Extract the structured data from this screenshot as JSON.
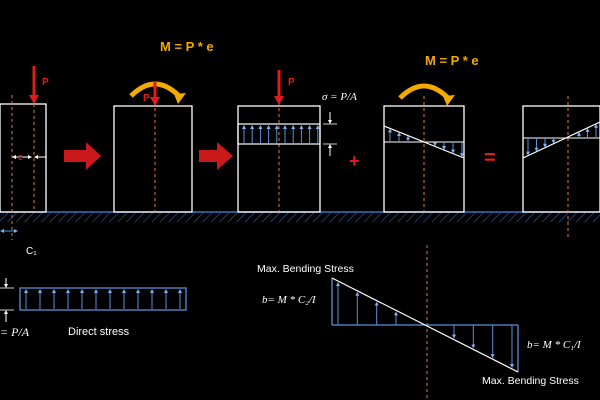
{
  "labels": {
    "load_p1": "P",
    "load_p2": "P",
    "load_p3": "P",
    "eccentricity": "e",
    "c1": "C₁",
    "moment_1": "M = P * e",
    "moment_2": "M = P * e",
    "sigma": "σ = P/A",
    "plus": "+",
    "equals": "=",
    "max_bending_top": "Max. Bending Stress",
    "bending_c2": "b= M * C₂/I",
    "bending_c1": "b= M * C₁/I",
    "max_bending_bottom": "Max. Bending Stress",
    "p_over_a": "= P/A",
    "direct_stress": "Direct stress"
  },
  "colors": {
    "background": "#000000",
    "outline": "#ffffff",
    "load_arrow": "#e11b1b",
    "moment": "#f2a900",
    "stress": "#5b8fd6",
    "axis": "#e07b39",
    "ground": "#2f5fa8"
  },
  "stress_diagrams": {
    "direct_arrow_count": 12,
    "bending_arrow_count": 10
  }
}
